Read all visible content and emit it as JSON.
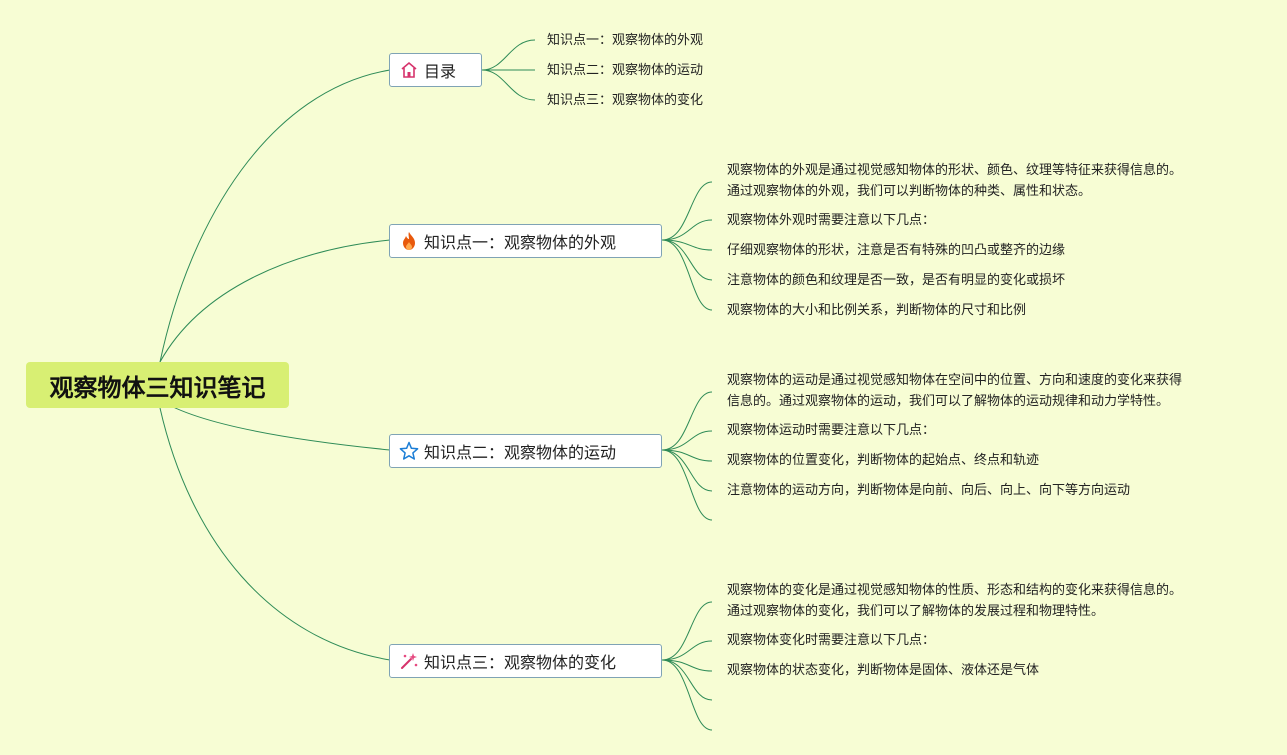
{
  "root": {
    "title": "观察物体三知识笔记"
  },
  "branches": [
    {
      "label": "目录",
      "icon": "home-icon",
      "leaves": [
        "知识点一：观察物体的外观",
        "知识点二：观察物体的运动",
        "知识点三：观察物体的变化"
      ]
    },
    {
      "label": "知识点一：观察物体的外观",
      "icon": "fire-icon",
      "leaves": [
        "观察物体的外观是通过视觉感知物体的形状、颜色、纹理等特征来获得信息的。",
        "通过观察物体的外观，我们可以判断物体的种类、属性和状态。",
        "观察物体外观时需要注意以下几点：",
        "仔细观察物体的形状，注意是否有特殊的凹凸或整齐的边缘",
        "注意物体的颜色和纹理是否一致，是否有明显的变化或损坏",
        "观察物体的大小和比例关系，判断物体的尺寸和比例"
      ]
    },
    {
      "label": "知识点二：观察物体的运动",
      "icon": "star-icon",
      "leaves": [
        "观察物体的运动是通过视觉感知物体在空间中的位置、方向和速度的变化来获得",
        "信息的。通过观察物体的运动，我们可以了解物体的运动规律和动力学特性。",
        "观察物体运动时需要注意以下几点：",
        "观察物体的位置变化，判断物体的起始点、终点和轨迹",
        "注意物体的运动方向，判断物体是向前、向后、向上、向下等方向运动"
      ]
    },
    {
      "label": "知识点三：观察物体的变化",
      "icon": "sparkle-wand-icon",
      "leaves": [
        "观察物体的变化是通过视觉感知物体的性质、形态和结构的变化来获得信息的。",
        "通过观察物体的变化，我们可以了解物体的发展过程和物理特性。",
        "观察物体变化时需要注意以下几点：",
        "观察物体的状态变化，判断物体是固体、液体还是气体"
      ]
    }
  ],
  "colors": {
    "background": "#f7fdd4",
    "root": "#d8ef73",
    "link": "#2e8b57",
    "node_border": "#7fa3b5"
  }
}
